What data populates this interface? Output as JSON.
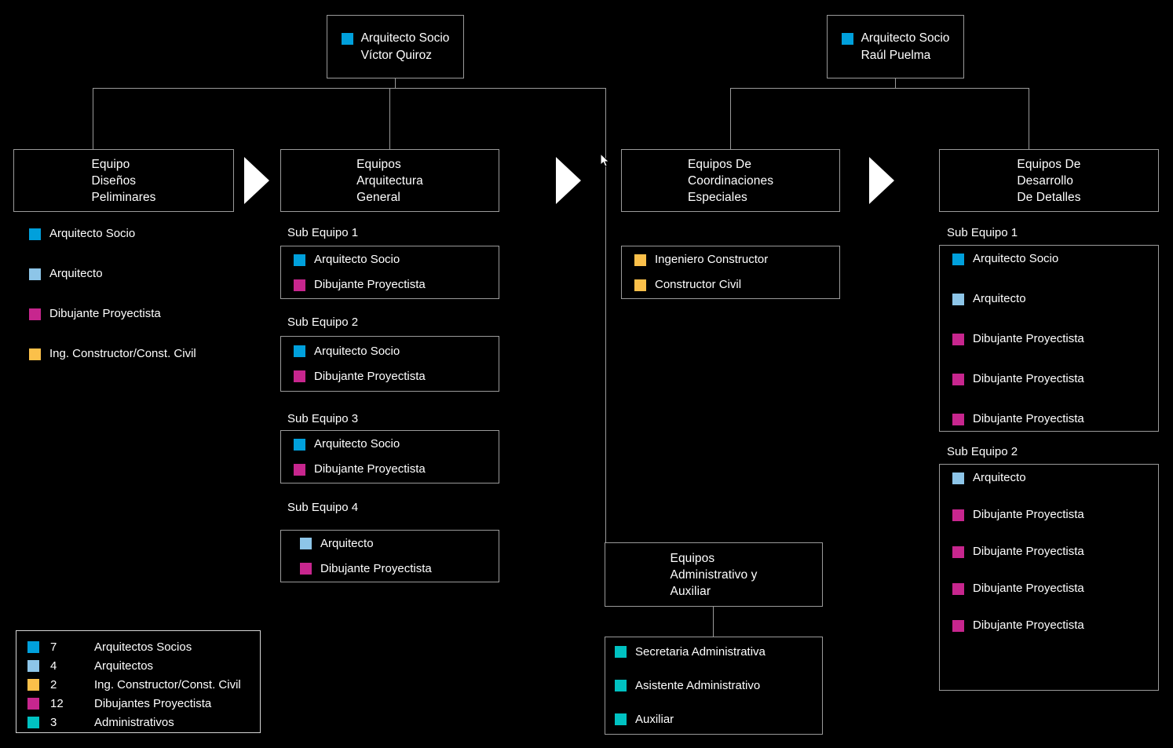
{
  "colors": {
    "arquitecto_socio": "#00A0DC",
    "arquitecto": "#8DC5E8",
    "dibujante": "#C7268E",
    "ing_constructor": "#FBC04A",
    "administrativo": "#00C2C2",
    "line": "#9a9a9a",
    "background": "#000000",
    "text": "#FFFFFF"
  },
  "partners": [
    {
      "role": "Arquitecto Socio",
      "name": "Víctor Quiroz",
      "swatch": "arquitecto_socio"
    },
    {
      "role": "Arquitecto Socio",
      "name": "Raúl Puelma",
      "swatch": "arquitecto_socio"
    }
  ],
  "columns": [
    {
      "title": "Equipo\nDiseños\nPeliminares",
      "members": [
        {
          "label": "Arquitecto Socio",
          "swatch": "arquitecto_socio"
        },
        {
          "label": "Arquitecto",
          "swatch": "arquitecto"
        },
        {
          "label": "Dibujante Proyectista",
          "swatch": "dibujante"
        },
        {
          "label": "Ing. Constructor/Const. Civil",
          "swatch": "ing_constructor"
        }
      ]
    },
    {
      "title": "Equipos\nArquitectura\nGeneral",
      "subteams": [
        {
          "label": "Sub Equipo 1",
          "members": [
            {
              "label": "Arquitecto Socio",
              "swatch": "arquitecto_socio"
            },
            {
              "label": "Dibujante Proyectista",
              "swatch": "dibujante"
            }
          ]
        },
        {
          "label": "Sub Equipo 2",
          "members": [
            {
              "label": "Arquitecto Socio",
              "swatch": "arquitecto_socio"
            },
            {
              "label": "Dibujante Proyectista",
              "swatch": "dibujante"
            }
          ]
        },
        {
          "label": "Sub Equipo 3",
          "members": [
            {
              "label": "Arquitecto Socio",
              "swatch": "arquitecto_socio"
            },
            {
              "label": "Dibujante Proyectista",
              "swatch": "dibujante"
            }
          ]
        },
        {
          "label": "Sub Equipo 4",
          "members": [
            {
              "label": "Arquitecto",
              "swatch": "arquitecto"
            },
            {
              "label": "Dibujante Proyectista",
              "swatch": "dibujante"
            }
          ]
        }
      ]
    },
    {
      "title": "Equipos De\nCoordinaciones\nEspeciales",
      "members": [
        {
          "label": "Ingeniero Constructor",
          "swatch": "ing_constructor"
        },
        {
          "label": "Constructor Civil",
          "swatch": "ing_constructor"
        }
      ]
    },
    {
      "title": "Equipos De\nDesarrollo\nDe Detalles",
      "subteams": [
        {
          "label": "Sub Equipo 1",
          "members": [
            {
              "label": "Arquitecto Socio",
              "swatch": "arquitecto_socio"
            },
            {
              "label": "Arquitecto",
              "swatch": "arquitecto"
            },
            {
              "label": "Dibujante Proyectista",
              "swatch": "dibujante"
            },
            {
              "label": "Dibujante Proyectista",
              "swatch": "dibujante"
            },
            {
              "label": "Dibujante Proyectista",
              "swatch": "dibujante"
            }
          ]
        },
        {
          "label": "Sub Equipo 2",
          "members": [
            {
              "label": "Arquitecto",
              "swatch": "arquitecto"
            },
            {
              "label": "Dibujante Proyectista",
              "swatch": "dibujante"
            },
            {
              "label": "Dibujante Proyectista",
              "swatch": "dibujante"
            },
            {
              "label": "Dibujante Proyectista",
              "swatch": "dibujante"
            },
            {
              "label": "Dibujante Proyectista",
              "swatch": "dibujante"
            }
          ]
        }
      ]
    }
  ],
  "admin": {
    "title": "Equipos\nAdministrativo y\nAuxiliar",
    "members": [
      {
        "label": "Secretaria Administrativa",
        "swatch": "administrativo"
      },
      {
        "label": "Asistente Administrativo",
        "swatch": "administrativo"
      },
      {
        "label": "Auxiliar",
        "swatch": "administrativo"
      }
    ]
  },
  "legend": {
    "rows": [
      {
        "count": "7",
        "label": "Arquitectos Socios",
        "swatch": "arquitecto_socio"
      },
      {
        "count": "4",
        "label": "Arquitectos",
        "swatch": "arquitecto"
      },
      {
        "count": "2",
        "label": "Ing. Constructor/Const. Civil",
        "swatch": "ing_constructor"
      },
      {
        "count": "12",
        "label": "Dibujantes Proyectista",
        "swatch": "dibujante"
      },
      {
        "count": "3",
        "label": "Administrativos",
        "swatch": "administrativo"
      }
    ]
  },
  "arrows": [
    {
      "name": "arrow-1"
    },
    {
      "name": "arrow-2"
    },
    {
      "name": "arrow-3"
    }
  ]
}
